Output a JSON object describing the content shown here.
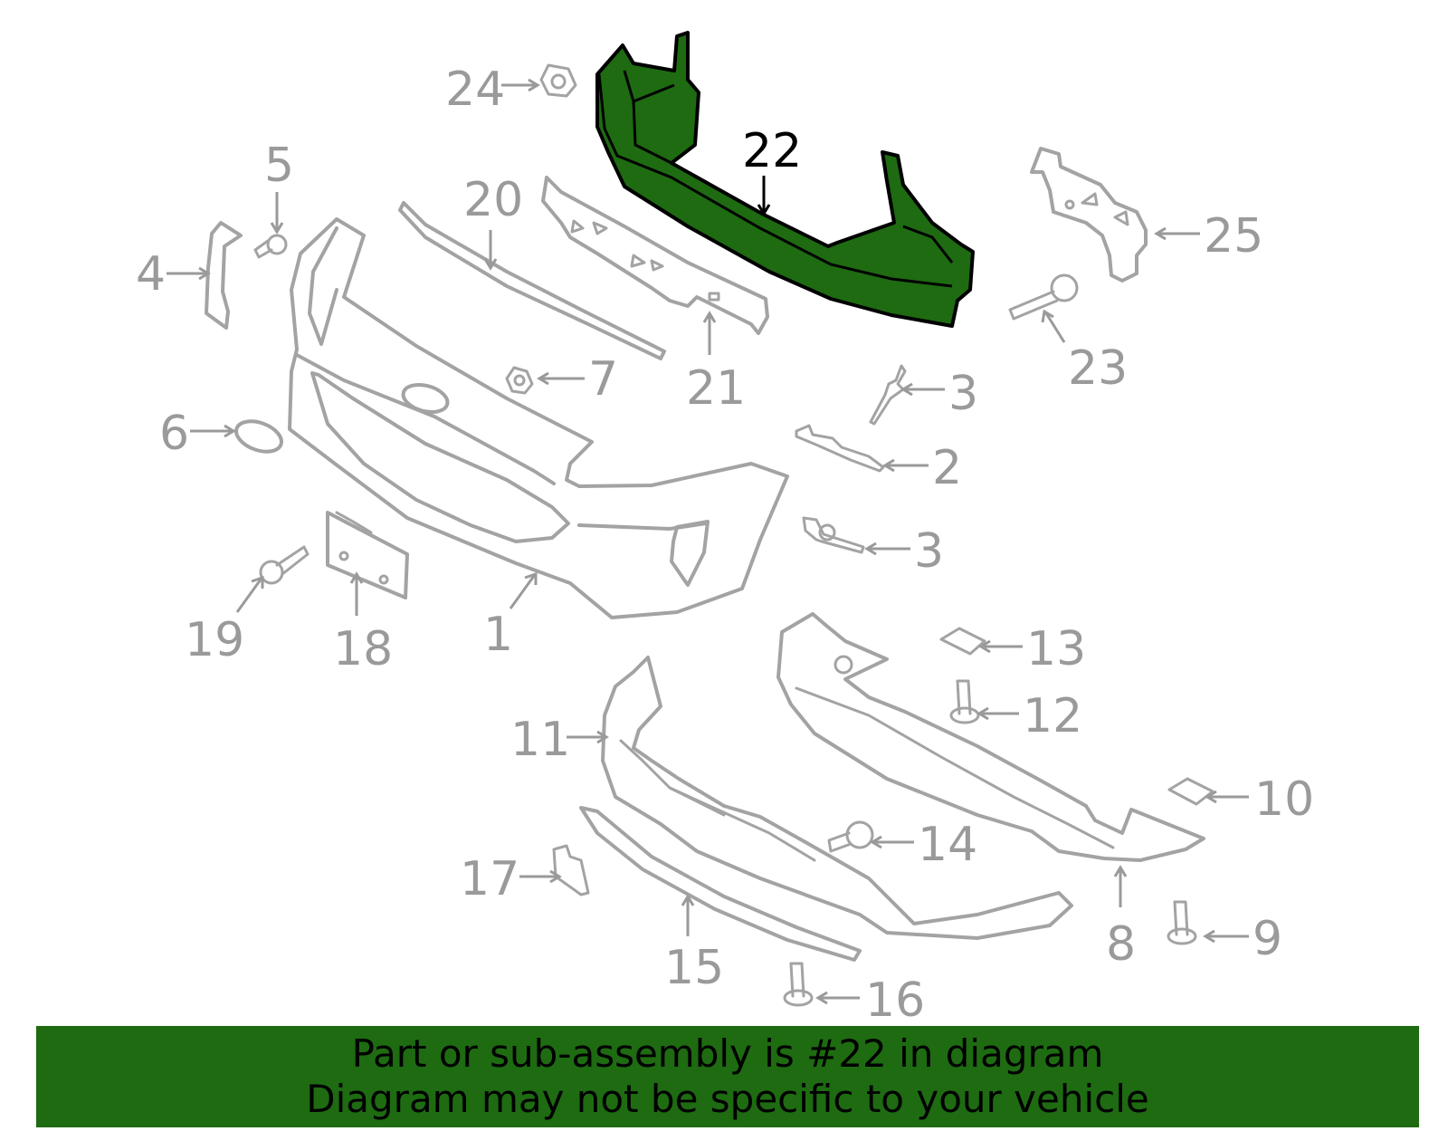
{
  "selected_part": "22",
  "callouts": {
    "c1": "1",
    "c2": "2",
    "c3a": "3",
    "c3b": "3",
    "c4": "4",
    "c5": "5",
    "c6": "6",
    "c7": "7",
    "c8": "8",
    "c9": "9",
    "c10": "10",
    "c11": "11",
    "c12": "12",
    "c13": "13",
    "c14": "14",
    "c15": "15",
    "c16": "16",
    "c17": "17",
    "c18": "18",
    "c19": "19",
    "c20": "20",
    "c21": "21",
    "c22": "22",
    "c23": "23",
    "c24": "24",
    "c25": "25"
  },
  "colors": {
    "highlight": "#1e6b12",
    "parts": "#a3a3a3",
    "banner": "#1e6b12"
  },
  "banner": {
    "line1": "Part or sub-assembly is #22 in diagram",
    "line2": "Diagram may not be specific to your vehicle"
  }
}
